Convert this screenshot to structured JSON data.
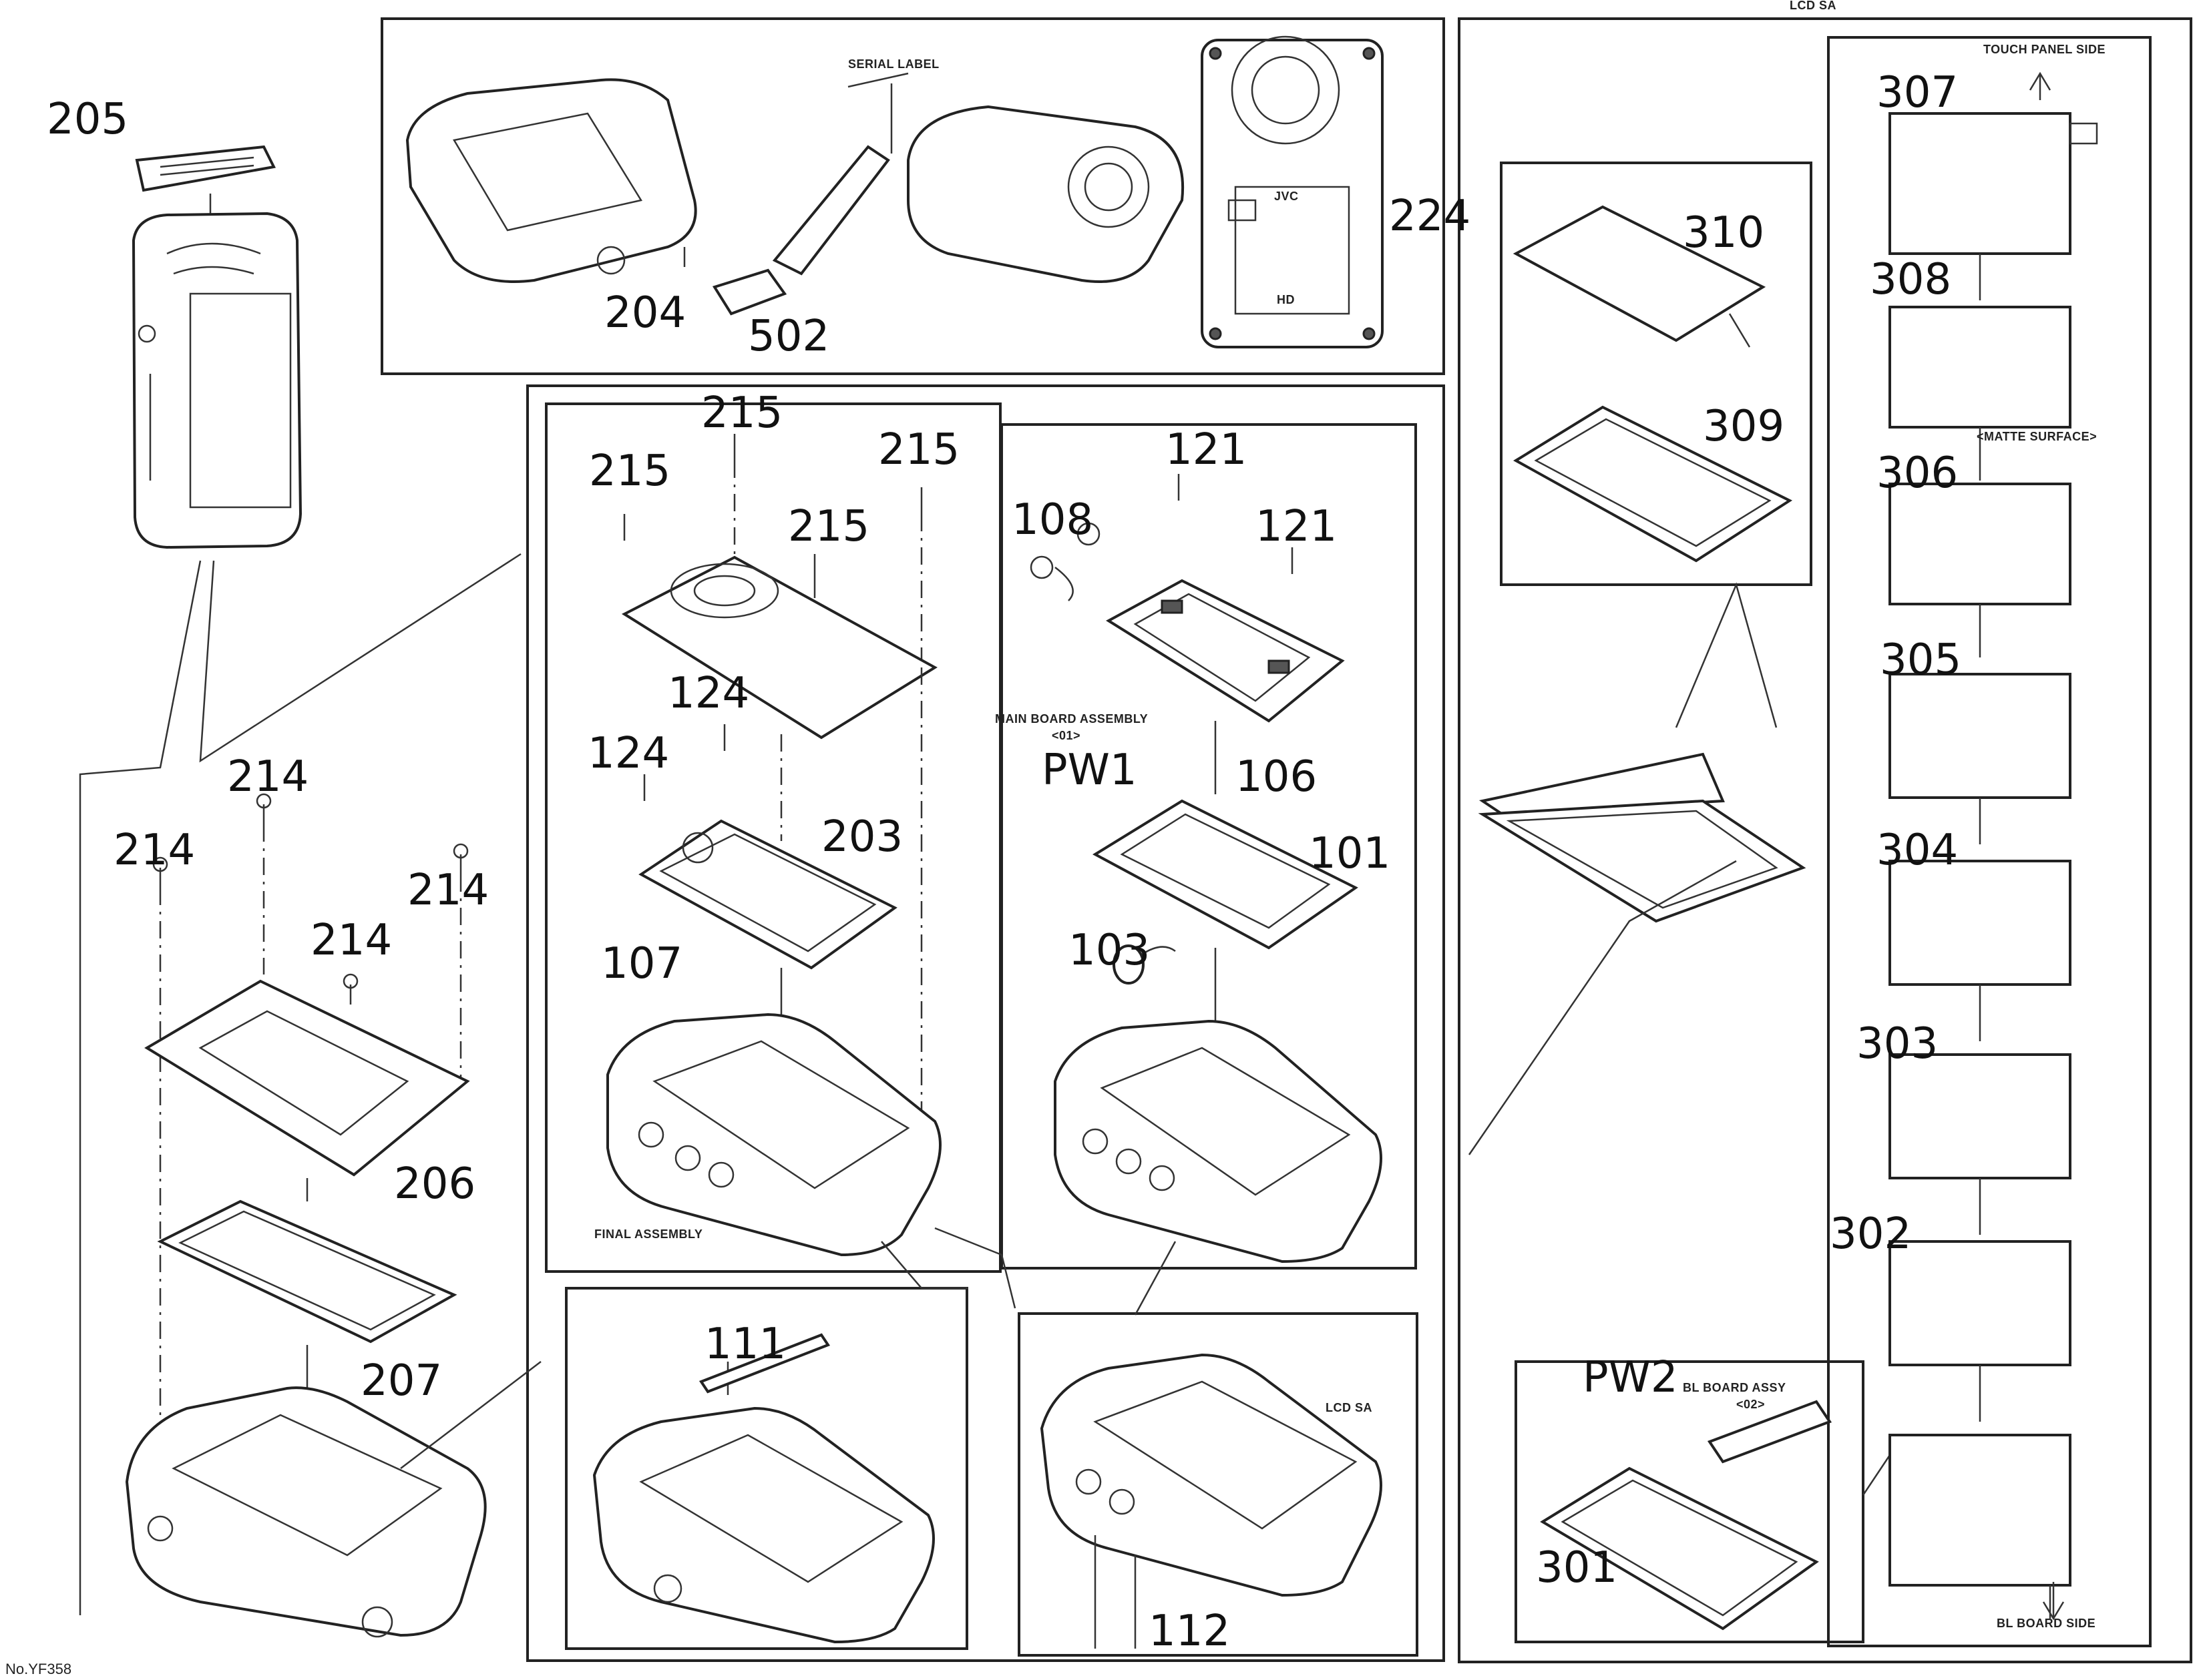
{
  "callouts": {
    "p205": "205",
    "p204": "204",
    "p502": "502",
    "p224": "224",
    "p215a": "215",
    "p215b": "215",
    "p215c": "215",
    "p215d": "215",
    "p121a": "121",
    "p121b": "121",
    "p108": "108",
    "p124a": "124",
    "p124b": "124",
    "p203": "203",
    "p107": "107",
    "pw1": "PW1",
    "p106": "106",
    "p101": "101",
    "p103": "103",
    "p214a": "214",
    "p214b": "214",
    "p214c": "214",
    "p214d": "214",
    "p206": "206",
    "p207": "207",
    "p111": "111",
    "p112": "112",
    "p310": "310",
    "p309": "309",
    "p307": "307",
    "p308": "308",
    "p306": "306",
    "p305": "305",
    "p304": "304",
    "p303": "303",
    "p302": "302",
    "pw2": "PW2",
    "p301": "301"
  },
  "labels": {
    "lcd_top": "LCD SA",
    "serial_label": "SERIAL LABEL",
    "jvc": "JVC",
    "hd": "HD",
    "main_board": "MAIN BOARD ASSEMBLY",
    "main_board_sub": "<01>",
    "final_assembly": "FINAL ASSEMBLY",
    "lcd_sa_inner": "LCD SA",
    "touch_panel_side": "TOUCH PANEL SIDE",
    "matte_surface": "<MATTE SURFACE>",
    "bl_board_assy": "BL BOARD ASSY",
    "bl_board_sub": "<02>",
    "bl_board_side": "BL BOARD SIDE",
    "footer": "No.YF358"
  }
}
